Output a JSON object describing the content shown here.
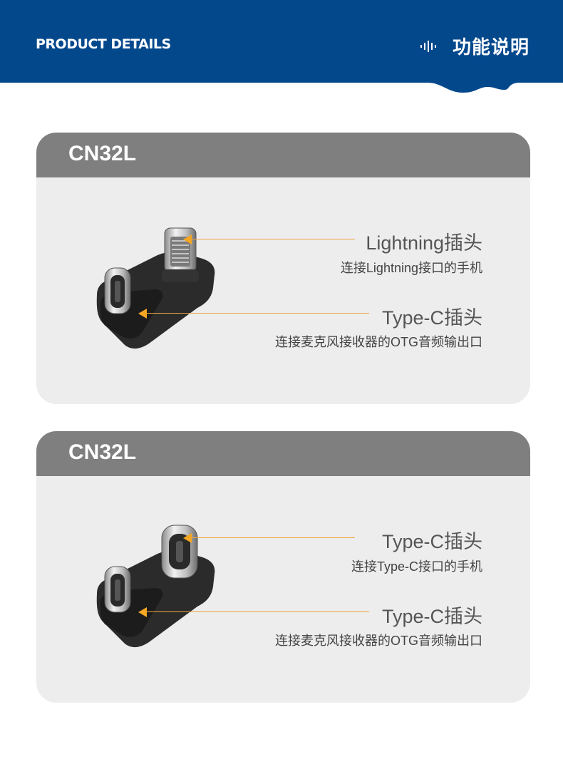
{
  "header": {
    "left_title": "PRODUCT DETAILS",
    "right_title": "功能说明",
    "icon": "sound-wave-icon",
    "bg_color": "#04488c"
  },
  "cards": [
    {
      "title": "CN32L",
      "callouts": [
        {
          "title": "Lightning插头",
          "desc": "连接Lightning接口的手机"
        },
        {
          "title": "Type-C插头",
          "desc": "连接麦克风接收器的OTG音频输出口"
        }
      ]
    },
    {
      "title": "CN32L",
      "callouts": [
        {
          "title": "Type-C插头",
          "desc": "连接Type-C接口的手机"
        },
        {
          "title": "Type-C插头",
          "desc": "连接麦克风接收器的OTG音频输出口"
        }
      ]
    }
  ],
  "colors": {
    "accent_arrow": "#f5a623",
    "card_header": "#7f7f7f",
    "card_bg": "#ededed"
  }
}
